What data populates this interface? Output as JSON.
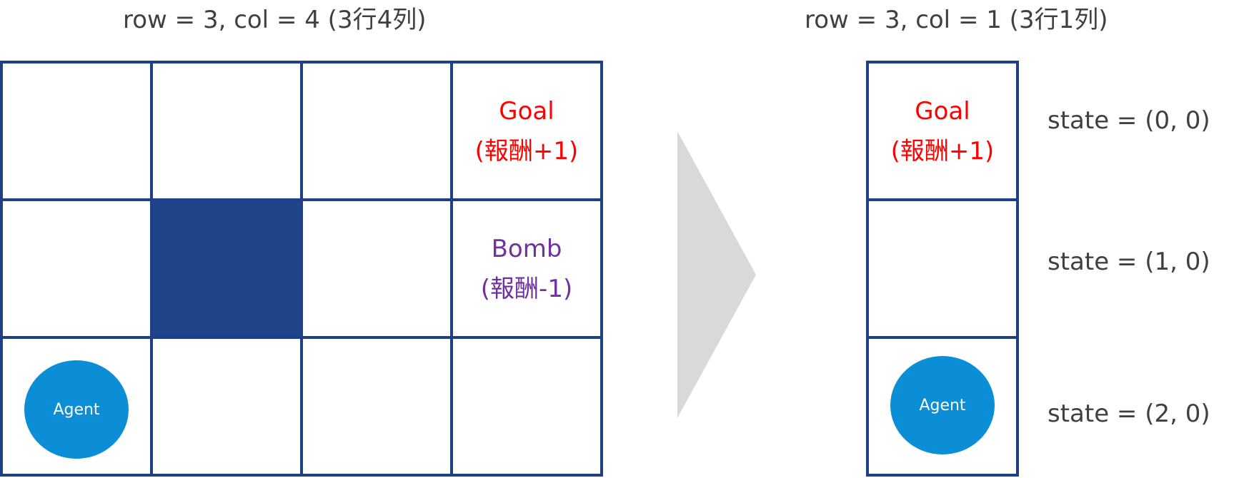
{
  "left_panel": {
    "caption": "row = 3, col = 4 (3行4列)",
    "goal_label": "Goal",
    "goal_reward": "(報酬+1)",
    "bomb_label": "Bomb",
    "bomb_reward": "(報酬-1)",
    "agent_label": "Agent"
  },
  "right_panel": {
    "caption": "row = 3, col = 1 (3行1列)",
    "goal_label": "Goal",
    "goal_reward": "(報酬+1)",
    "agent_label": "Agent",
    "states": [
      "state = (0, 0)",
      "state = (1, 0)",
      "state = (2, 0)"
    ]
  },
  "colors": {
    "grid_line": "#1f3f86",
    "wall": "#1f4489",
    "goal_text": "#ff0000",
    "bomb_text": "#7030a0",
    "agent_fill": "#0b8ed6",
    "arrow_fill": "#d9d9d9",
    "caption_text": "#404040"
  }
}
